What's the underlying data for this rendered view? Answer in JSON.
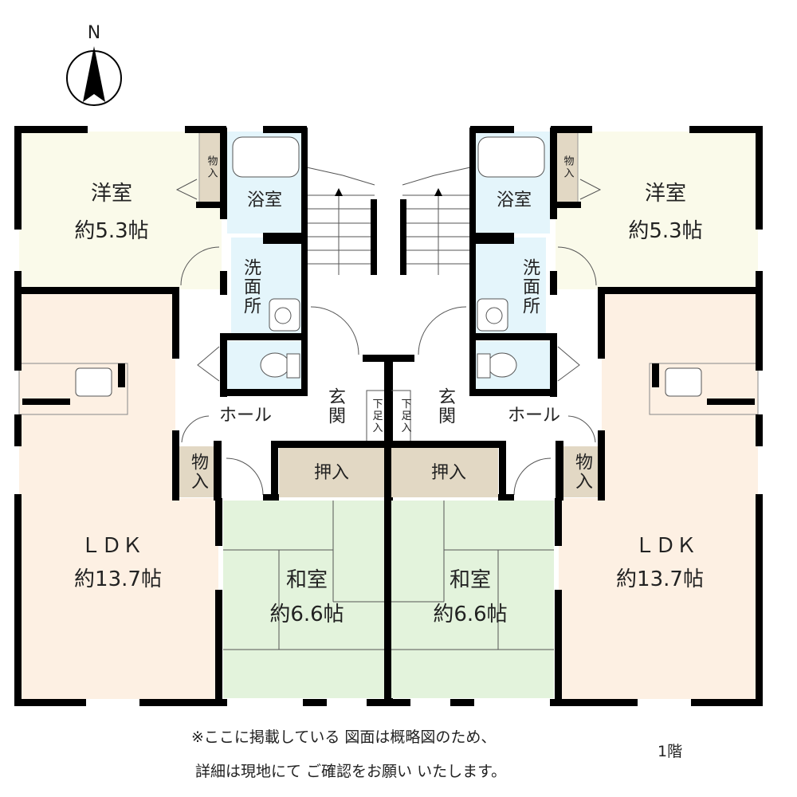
{
  "compass": {
    "label": "N"
  },
  "floor_label": "1階",
  "notes": [
    "※ここに掲載している 図面は概略図のため、",
    "詳細は現地にて ご確認をお願い いたします。"
  ],
  "colors": {
    "western_room": "#fafaea",
    "ldk": "#fdf0e3",
    "wet_area": "#e4f5fb",
    "storage": "#e2d8c4",
    "japanese_room": "#e3f3dc",
    "wall": "#000000"
  },
  "units": [
    {
      "side": "left",
      "western": "洋室",
      "western_size": "約5.3帖",
      "closet_small": "物入",
      "bath": "浴室",
      "washroom": "洗面所",
      "hall": "ホール",
      "entrance": "玄関",
      "shoe_storage": "下足入",
      "storage": "物入",
      "oshiire": "押入",
      "ldk": "ＬＤＫ",
      "ldk_size": "約13.7帖",
      "japanese": "和室",
      "japanese_size": "約6.6帖"
    },
    {
      "side": "right",
      "western": "洋室",
      "western_size": "約5.3帖",
      "closet_small": "物入",
      "bath": "浴室",
      "washroom": "洗面所",
      "hall": "ホール",
      "entrance": "玄関",
      "shoe_storage": "下足入",
      "storage": "物入",
      "oshiire": "押入",
      "ldk": "ＬＤＫ",
      "ldk_size": "約13.7帖",
      "japanese": "和室",
      "japanese_size": "約6.6帖"
    }
  ]
}
